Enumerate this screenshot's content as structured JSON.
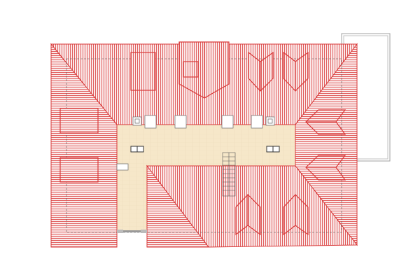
{
  "drawing": {
    "type": "roof-plan",
    "colors": {
      "roof_line": "#d93a3a",
      "roof_fill": "#f6dcdc",
      "courtyard_fill": "#f5e6c8",
      "outline_gray": "#a0a0a0",
      "background": "#ffffff"
    },
    "elements": [
      "roof-hip-left",
      "roof-hip-right",
      "roof-top-slope",
      "roof-bottom-slope",
      "dormers",
      "skylights",
      "chimneys",
      "staircase",
      "courtyard",
      "terrace-outline"
    ]
  }
}
